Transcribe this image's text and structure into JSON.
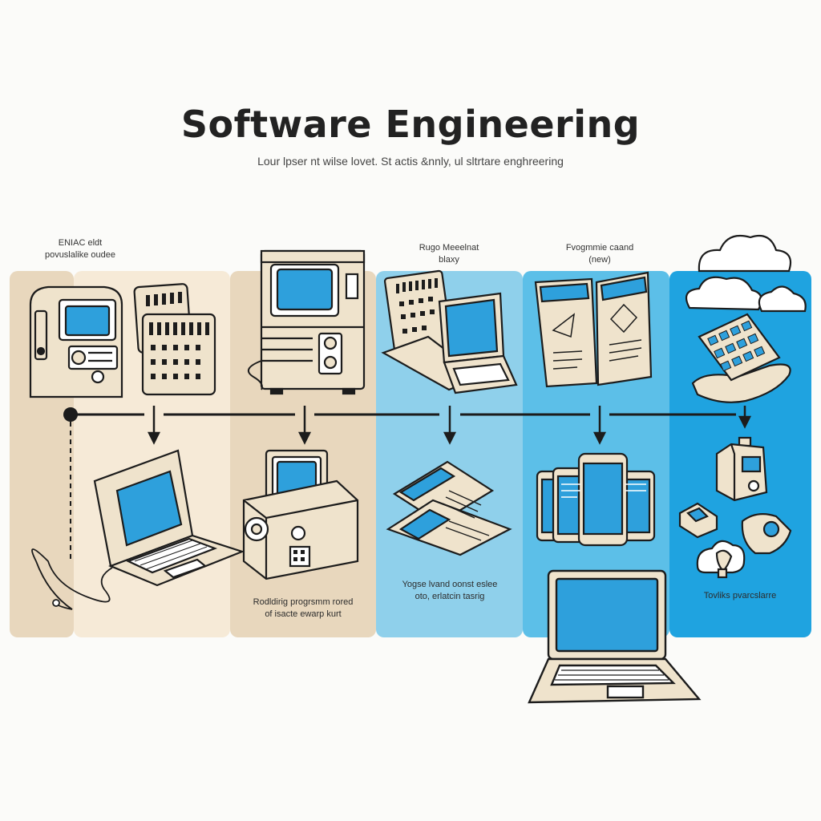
{
  "header": {
    "title": "Software Engineering",
    "subtitle": "Lour lpser nt wilse lovet. St actis &nnly, ul sltrtare enghreering"
  },
  "eras": [
    {
      "label_line1": "ENIAC eldt",
      "label_line2": "povuslalike oudee",
      "caption_line1": "",
      "caption_line2": ""
    },
    {
      "label_line1": "",
      "label_line2": "",
      "caption_line1": "Rodldirig progrsmm rored",
      "caption_line2": "of isacte ewarp kurt"
    },
    {
      "label_line1": "Rugo Meeelnat",
      "label_line2": "blaxy",
      "caption_line1": "Yogse lvand oonst eslee",
      "caption_line2": "oto, erlatcin tasrig"
    },
    {
      "label_line1": "Fvogmmie caand",
      "label_line2": "(new)",
      "caption_line1": "",
      "caption_line2": ""
    },
    {
      "label_line1": "",
      "label_line2": "",
      "caption_line1": "Tovliks pvarcslarre",
      "caption_line2": ""
    }
  ],
  "colors": {
    "tan_dark": "#e8d7bd",
    "tan_light": "#f6ead7",
    "blue_light": "#8fd0eb",
    "blue_mid": "#5cbfe8",
    "blue_dark": "#1fa3e0",
    "screen": "#2ea0dc",
    "ink": "#1c1c1c",
    "device": "#efe3cc"
  },
  "icons": [
    "eniac-console-icon",
    "punch-card-icon",
    "terminal-computer-icon",
    "laptop-icon",
    "radio-computer-icon",
    "workstation-icon",
    "documents-icon",
    "open-book-icon",
    "cloud-icon",
    "tablet-hand-icon",
    "smartphones-icon",
    "iot-devices-icon"
  ]
}
